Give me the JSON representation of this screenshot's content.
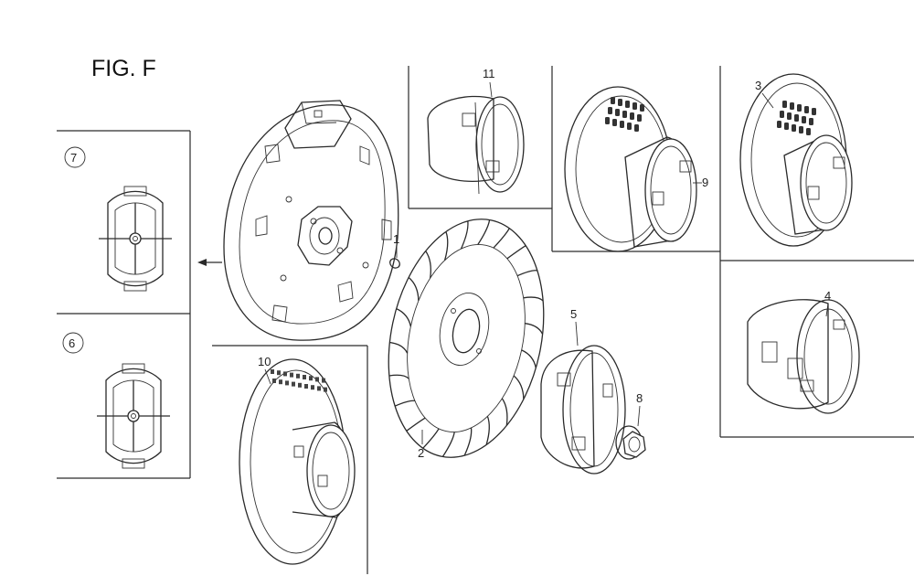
{
  "figure": {
    "title": "FIG. F"
  },
  "callouts": {
    "p1": "1",
    "p2": "2",
    "p3": "3",
    "p4": "4",
    "p5": "5",
    "p6": "6",
    "p7": "7",
    "p8": "8",
    "p9": "9",
    "p10": "10",
    "p11": "11"
  }
}
